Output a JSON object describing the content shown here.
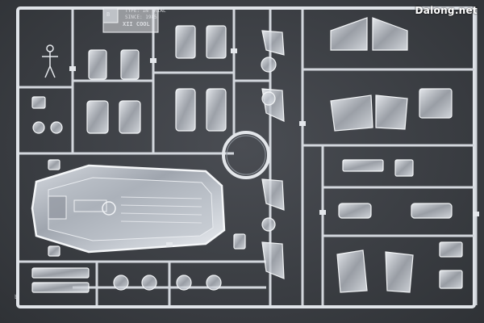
{
  "photo": {
    "subject": "",
    "watermark": "Dalong.net"
  },
  "runner_tag": {
    "number": "B",
    "line1": "TYPE: IN TRIAL",
    "line2": "SINCE: 1985",
    "line3": "XII COOL"
  },
  "corner_mark": "b",
  "colors": {
    "background": "#3d4046",
    "frame": "#d9dde3",
    "part_fill": "#c8ccd3",
    "part_edge": "#f2f4f7"
  }
}
